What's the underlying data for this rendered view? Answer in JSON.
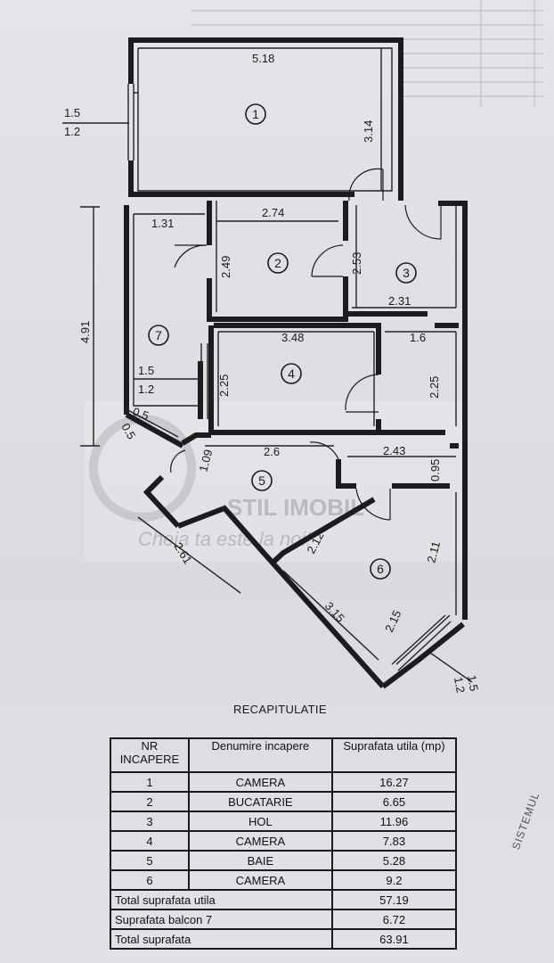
{
  "plan": {
    "rooms": [
      {
        "num": "1"
      },
      {
        "num": "2"
      },
      {
        "num": "3"
      },
      {
        "num": "4"
      },
      {
        "num": "5"
      },
      {
        "num": "6"
      },
      {
        "num": "7"
      }
    ],
    "dims": {
      "d518": "5.18",
      "d314": "3.14",
      "d131": "1.31",
      "d274": "2.74",
      "d249": "2.49",
      "d253": "2.53",
      "d231": "2.31",
      "d491": "4.91",
      "d348": "3.48",
      "d16": "1.6",
      "d225a": "2.25",
      "d225b": "2.25",
      "d26": "2.6",
      "d243": "2.43",
      "d109": "1.09",
      "d095": "0.95",
      "d05a": "0.5",
      "d05b": "0.5",
      "d261": "2.61",
      "d212": "2.12",
      "d211": "2.11",
      "d315": "3.15",
      "d215": "2.15"
    },
    "windows": {
      "w1_top": "1.5",
      "w1_bot": "1.2",
      "w7_top": "1.5",
      "w7_bot": "1.2",
      "w6_top": "1.5",
      "w6_bot": "1.2"
    },
    "watermark": {
      "brand": "STIL IMOBIL",
      "slogan": "Cheia ta este la noi!"
    }
  },
  "recap": {
    "title": "RECAPITULATIE",
    "headers": {
      "nr": "NR INCAPERE",
      "name": "Denumire incapere",
      "area": "Suprafata utila (mp)"
    },
    "rows": [
      {
        "nr": "1",
        "name": "CAMERA",
        "area": "16.27"
      },
      {
        "nr": "2",
        "name": "BUCATARIE",
        "area": "6.65"
      },
      {
        "nr": "3",
        "name": "HOL",
        "area": "11.96"
      },
      {
        "nr": "4",
        "name": "CAMERA",
        "area": "7.83"
      },
      {
        "nr": "5",
        "name": "BAIE",
        "area": "5.28"
      },
      {
        "nr": "6",
        "name": "CAMERA",
        "area": "9.2"
      }
    ],
    "totals": [
      {
        "label": "Total suprafata utila",
        "value": "57.19"
      },
      {
        "label": "Suprafata balcon 7",
        "value": "6.72"
      },
      {
        "label": "Total suprafata",
        "value": "63.91"
      }
    ]
  },
  "corner_text": "SISTEMUL"
}
